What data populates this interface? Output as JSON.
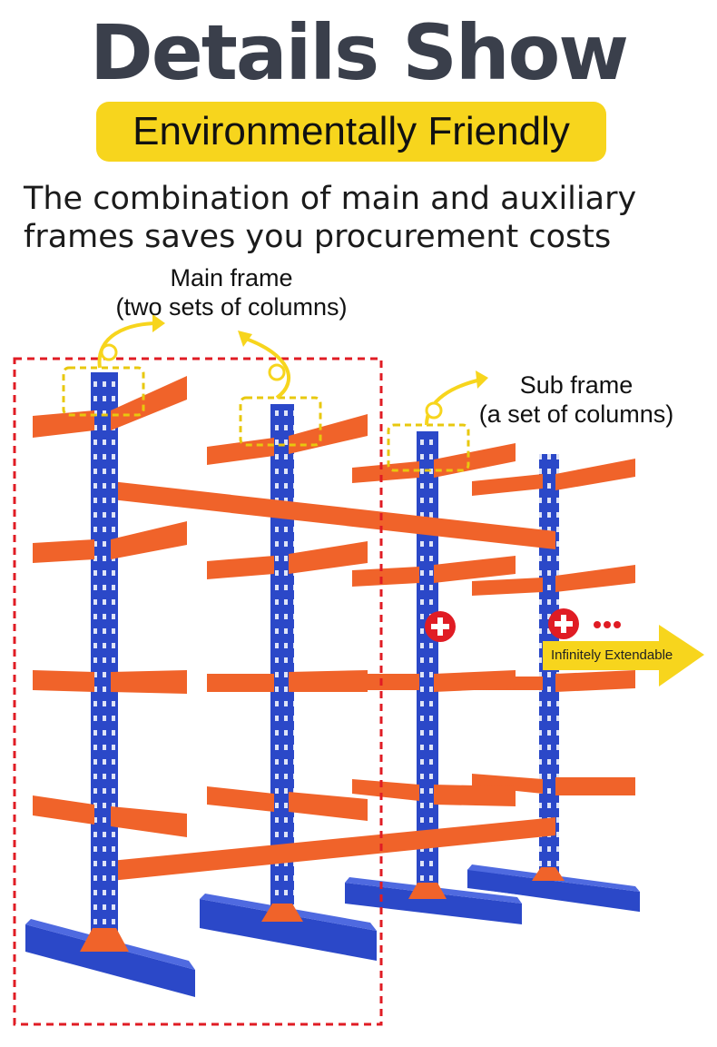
{
  "header": {
    "title": "Details Show",
    "badge": "Environmentally Friendly",
    "description": "The combination of main and auxiliary frames saves you procurement costs"
  },
  "labels": {
    "main_frame_line1": "Main frame",
    "main_frame_line2": "(two sets of columns)",
    "sub_frame_line1": "Sub frame",
    "sub_frame_line2": "(a set of columns)",
    "extend": "Infinitely Extendable"
  },
  "colors": {
    "column": "#2b48c8",
    "arm": "#f0632a",
    "accent_yellow": "#f7d51d",
    "dashed_box": "#e01c24",
    "title": "#3a3f4b"
  }
}
